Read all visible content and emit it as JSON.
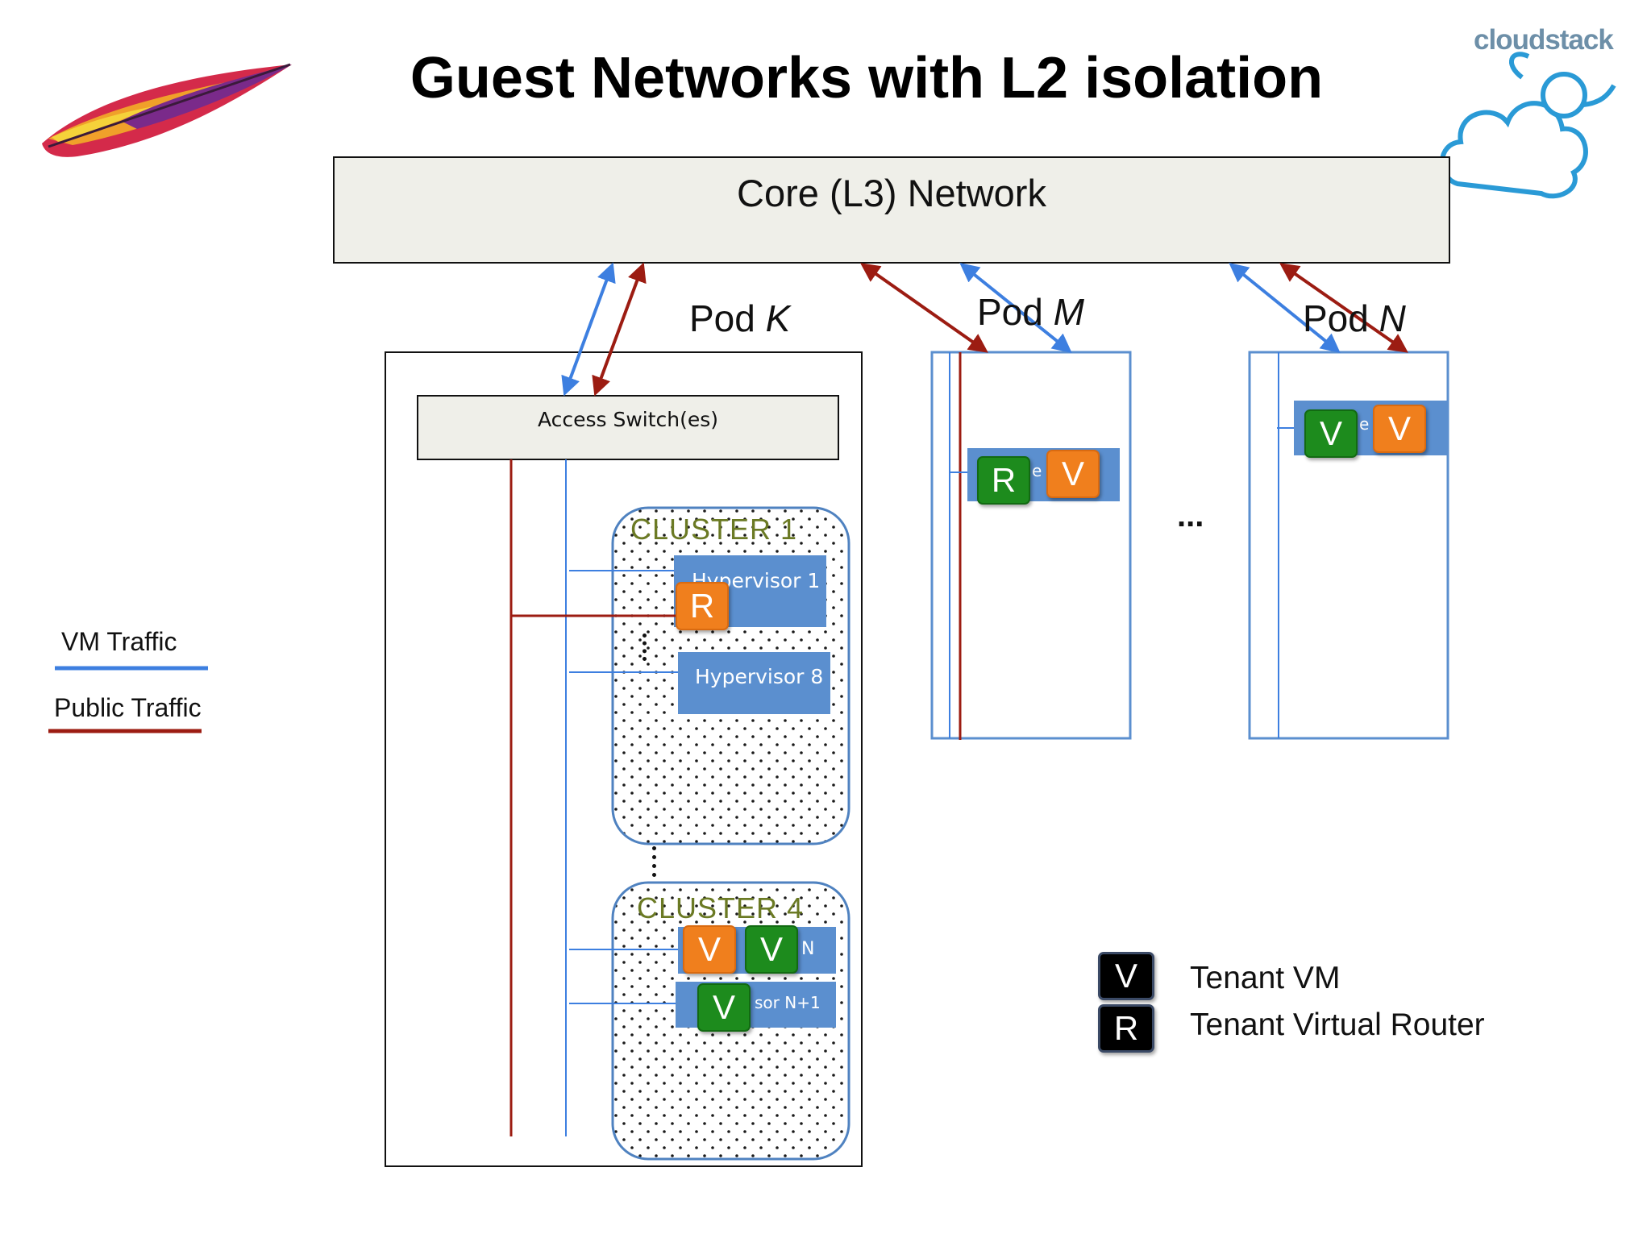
{
  "title": "Guest Networks with L2 isolation",
  "brand_logo_text": "cloudstack",
  "core": {
    "label": "Core (L3) Network"
  },
  "pods": [
    {
      "prefix": "Pod ",
      "letter": "K"
    },
    {
      "prefix": "Pod ",
      "letter": "M"
    },
    {
      "prefix": "Pod ",
      "letter": "N"
    }
  ],
  "access_switch": {
    "label": "Access Switch(es)"
  },
  "clusters": [
    {
      "label": "CLUSTER 1",
      "hypervisors": [
        "Hypervisor 1",
        "Hypervisor 8"
      ]
    },
    {
      "label": "CLUSTER 4",
      "hypervisors": [
        "N",
        "sor N+1"
      ]
    }
  ],
  "hidden_glyphs": [
    "e",
    "e"
  ],
  "ellipsis": "...",
  "chips": {
    "vm": "V",
    "router": "R"
  },
  "legend": {
    "vm_traffic": "VM Traffic",
    "public_traffic": "Public Traffic"
  },
  "key": {
    "tenant_vm": "Tenant VM",
    "tenant_router": "Tenant Virtual Router"
  },
  "colors": {
    "vm_traffic": "#3d7fe0",
    "public_traffic": "#9c1c12",
    "tenant_vm": "#1d8b1d",
    "tenant_router": "#f07f1d",
    "hypervisor": "#5b8fcf",
    "core_fill": "#efefe9",
    "cluster_label": "#6b7a24"
  }
}
